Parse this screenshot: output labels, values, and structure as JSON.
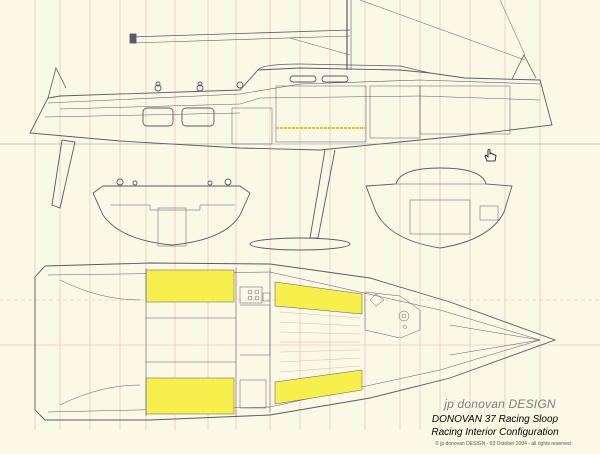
{
  "colors": {
    "paper": "#fbf8e6",
    "hull_line": "#5a5a6a",
    "guide_line": "#e8b4b4",
    "cushion": "#f6ef4c",
    "text": "#000000",
    "brand_text": "#7d7d7d"
  },
  "icons": {
    "cursor": "hand-pointer-icon"
  },
  "brand": "jp donovan DESIGN",
  "caption": {
    "line1": "DONOVAN 37 Racing Sloop",
    "line2": "Racing Interior Configuration",
    "line3": "© jp donovan DESIGN - 03 October 2004 - all rights reserved"
  }
}
